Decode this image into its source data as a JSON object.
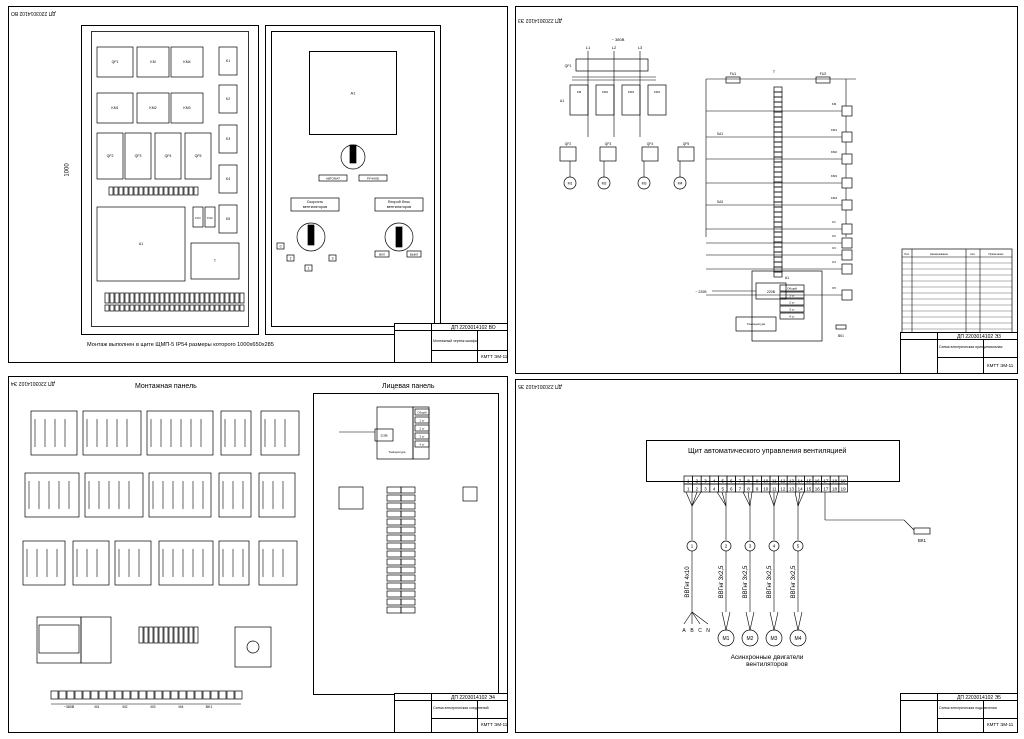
{
  "sheet_codes": {
    "s1": "ДП 2203014102 ВО",
    "s2": "ДП 2203014102 Э3",
    "s3": "ДП 2203014102 Э4",
    "s4": "ДП 2203014102 Э5"
  },
  "title_block": {
    "org": "КМТТ ЭМ-11",
    "s1_name": "Монтажный чертеж шкафа",
    "s2_name": "Схема электрическая принципиальная",
    "s3_name": "Схема электрическая соединений",
    "s4_name": "Схема электрическая подключения"
  },
  "sheet1": {
    "dimension": "1000",
    "note": "Монтаж выполнен в щите ЩМП-5 IP54 размеры которого 1000х650х285",
    "left_panel": {
      "row1": [
        "QF1",
        "KM",
        "KM4"
      ],
      "row2": [
        "KM1",
        "KM2",
        "KM3"
      ],
      "row3": [
        "QF2",
        "QF3",
        "QF4",
        "QF5"
      ],
      "right_col": [
        "K1",
        "K2",
        "K3",
        "K4",
        "K5"
      ],
      "fuses": [
        "FU1",
        "FU2"
      ],
      "a1": "A1",
      "t": "T"
    },
    "door": {
      "a1": "A1",
      "modes": [
        "АВТОМАТ",
        "РУЧНОЕ"
      ],
      "speed_label": "Скорость вентиляторов",
      "speed_positions": [
        "0",
        "1",
        "2",
        "3"
      ],
      "second_label": "Второй блок вентиляторов",
      "second_positions": [
        "ВКЛ",
        "ВЫКЛ"
      ]
    }
  },
  "sheet2": {
    "voltage_top": "~ 380В",
    "phases": [
      "L1",
      "L2",
      "L3"
    ],
    "qf_main": "QF1",
    "contactors": [
      "KM",
      "KM2",
      "KM3",
      "KM4"
    ],
    "a1": "A1",
    "qf_row": [
      "QF2",
      "QF3",
      "QF4",
      "QF5"
    ],
    "motors": [
      "M1",
      "M2",
      "M3",
      "M4"
    ],
    "fuses": [
      "FU1",
      "FU2"
    ],
    "transformer": "T",
    "switches": [
      "SA1",
      "SA2",
      "SA3"
    ],
    "coils": [
      "KM",
      "KM1",
      "KM2",
      "KM3",
      "KM4",
      "K1",
      "K2",
      "K3",
      "K4",
      "K5"
    ],
    "controller_label": "A1",
    "controller_input": "220В",
    "controller_rows": [
      "Общий",
      "1 ст",
      "2 ст",
      "3 ст",
      "4 ст"
    ],
    "temp_label": "Температура",
    "sensor": "ВК1",
    "voltage_left": "~ 220В",
    "spec_headers": [
      "Поз.",
      "Наименование",
      "Кол.",
      "Примечание"
    ]
  },
  "sheet3": {
    "title_left": "Монтажная панель",
    "title_right": "Лицевая панель",
    "controller_rows": [
      "Общий",
      "1 ст",
      "2 ст",
      "3 ст",
      "4 ст"
    ],
    "temp_label": "Температура",
    "input": "220В",
    "bottom_terminals": [
      "~380В",
      "M1",
      "M2",
      "M3",
      "M4",
      "BK1"
    ]
  },
  "sheet4": {
    "cabinet_title": "Щит автоматического управления вентиляцией",
    "terminals": [
      "1",
      "2",
      "3",
      "4",
      "5",
      "6",
      "7",
      "8",
      "9",
      "10",
      "11",
      "12",
      "13",
      "14",
      "15",
      "16",
      "17",
      "18",
      "19"
    ],
    "cables": [
      {
        "num": "1",
        "spec": "ВВГнг 4х10"
      },
      {
        "num": "2",
        "spec": "ВВГнг 3х2,5"
      },
      {
        "num": "3",
        "spec": "ВВГнг 3х2,5"
      },
      {
        "num": "4",
        "spec": "ВВГнг 3х2,5"
      },
      {
        "num": "5",
        "spec": "ВВГнг 3х2,5"
      }
    ],
    "supply_phases": [
      "A",
      "B",
      "C",
      "N"
    ],
    "motors": [
      "M1",
      "M2",
      "M3",
      "M4"
    ],
    "motors_caption": "Асинхронные двигатели вентиляторов",
    "sensor": "ВК1"
  }
}
